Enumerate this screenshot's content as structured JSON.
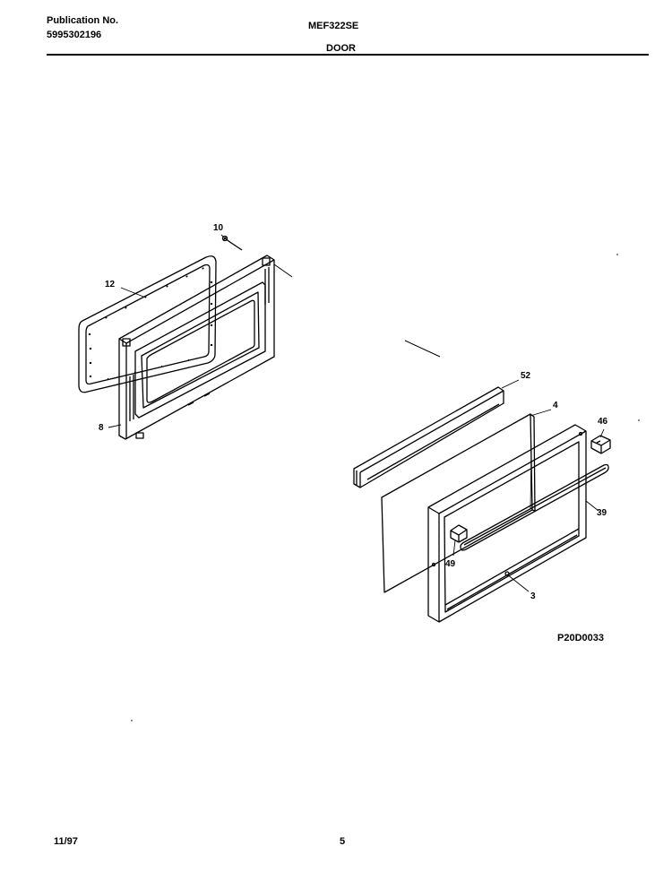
{
  "header": {
    "publication_label": "Publication No.",
    "publication_number": "5995302196",
    "model": "MEF322SE",
    "section": "DOOR"
  },
  "callouts": {
    "p10": "10",
    "p12": "12",
    "p8": "8",
    "p52": "52",
    "p4": "4",
    "p46": "46",
    "p39": "39",
    "p49": "49",
    "p3": "3"
  },
  "drawing_code": "P20D0033",
  "footer": {
    "date": "11/97",
    "page": "5"
  }
}
